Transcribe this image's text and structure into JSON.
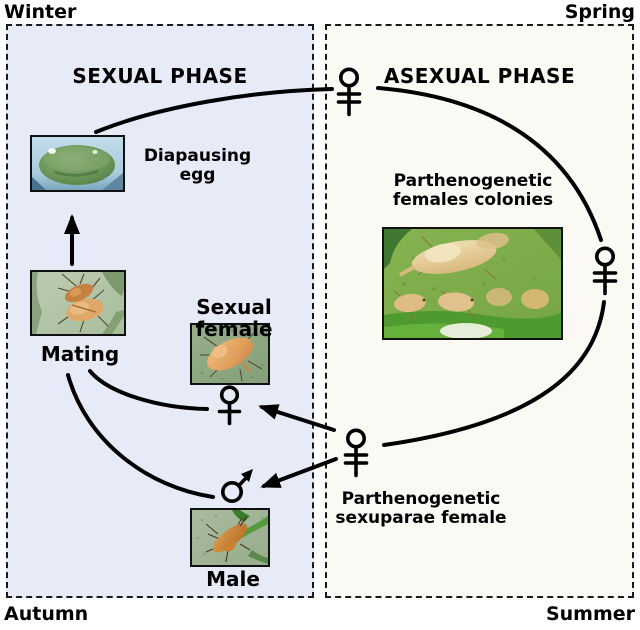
{
  "seasons": {
    "winter": "Winter",
    "spring": "Spring",
    "autumn": "Autumn",
    "summer": "Summer"
  },
  "sexual_phase": {
    "title": "SEXUAL PHASE"
  },
  "asexual_phase": {
    "title": "ASEXUAL PHASE"
  },
  "nodes": {
    "diapausing_egg": {
      "line1": "Diapausing",
      "line2": "egg"
    },
    "mating": {
      "label": "Mating"
    },
    "sexual_female": {
      "label": "Sexual female"
    },
    "male": {
      "label": "Male"
    },
    "colonies": {
      "line1": "Parthenogenetic",
      "line2": "females colonies"
    },
    "sexuparae": {
      "line1": "Parthenogenetic",
      "line2": "sexuparae female"
    }
  },
  "symbols": {
    "fundatrix": "female-double-bar-sign",
    "virginopara": "female-double-bar-sign",
    "sexupara": "female-double-bar-sign",
    "sexual_female": "female-sign",
    "male": "male-sign"
  },
  "colors": {
    "sexual_phase_bg": "#e6ebf7",
    "asexual_phase_bg": "#faf9f3",
    "line": "#000000",
    "border": "#1a1a1a"
  }
}
